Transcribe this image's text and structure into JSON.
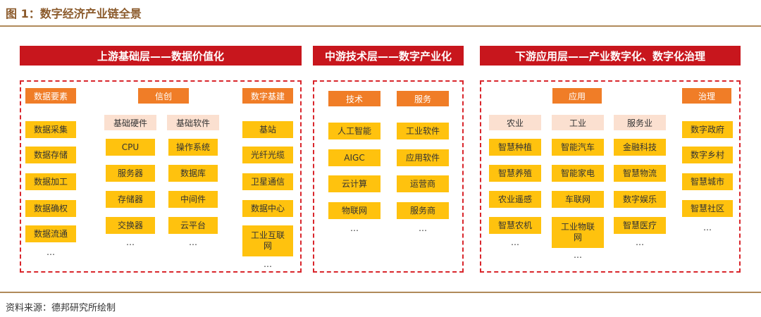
{
  "figure_title": "图 1：数字经济产业链全景",
  "source": "资料来源：德邦研究所绘制",
  "upstream": {
    "banner": "上游基础层——数据价值化",
    "col1": {
      "header": "数据要素",
      "items": [
        "数据采集",
        "数据存储",
        "数据加工",
        "数据确权",
        "数据流通"
      ],
      "ellipsis": "…"
    },
    "xinchuang": {
      "header": "信创",
      "hardware": {
        "label": "基础硬件",
        "items": [
          "CPU",
          "服务器",
          "存储器",
          "交换器"
        ],
        "ellipsis": "…"
      },
      "software": {
        "label": "基础软件",
        "items": [
          "操作系统",
          "数据库",
          "中间件",
          "云平台"
        ],
        "ellipsis": "…"
      }
    },
    "col3": {
      "header": "数字基建",
      "items": [
        "基站",
        "光纤光缆",
        "卫星通信",
        "数据中心",
        "工业互联网"
      ],
      "ellipsis": "…"
    }
  },
  "midstream": {
    "banner": "中游技术层——数字产业化",
    "tech": {
      "header": "技术",
      "items": [
        "人工智能",
        "AIGC",
        "云计算",
        "物联网"
      ],
      "ellipsis": "…"
    },
    "service": {
      "header": "服务",
      "items": [
        "工业软件",
        "应用软件",
        "运营商",
        "服务商"
      ],
      "ellipsis": "…"
    }
  },
  "downstream": {
    "banner": "下游应用层——产业数字化、数字化治理",
    "application": {
      "header": "应用",
      "agriculture": {
        "label": "农业",
        "items": [
          "智慧种植",
          "智慧养殖",
          "农业遥感",
          "智慧农机"
        ],
        "ellipsis": "…"
      },
      "industry": {
        "label": "工业",
        "items": [
          "智能汽车",
          "智能家电",
          "车联网",
          "工业物联网"
        ],
        "ellipsis": "…"
      },
      "services": {
        "label": "服务业",
        "items": [
          "金融科技",
          "智慧物流",
          "数字娱乐",
          "智慧医疗"
        ],
        "ellipsis": "…"
      }
    },
    "governance": {
      "header": "治理",
      "items": [
        "数字政府",
        "数字乡村",
        "智慧城市",
        "智慧社区"
      ],
      "ellipsis": "…"
    }
  },
  "colors": {
    "banner": "#c8161d",
    "header": "#f07d27",
    "item": "#ffc20e",
    "subheader": "#fbe0d0",
    "dash": "#d9262c"
  }
}
